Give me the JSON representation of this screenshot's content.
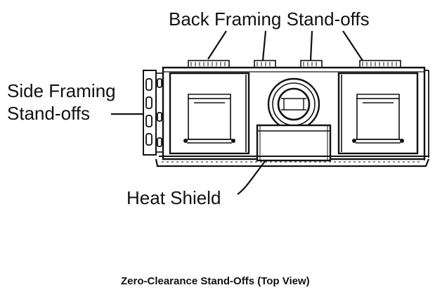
{
  "labels": {
    "back_standoffs": "Back Framing Stand-offs",
    "side_standoffs_line1": "Side Framing",
    "side_standoffs_line2": "Stand-offs",
    "heat_shield": "Heat Shield"
  },
  "caption": "Zero-Clearance Stand-Offs (Top View)",
  "colors": {
    "ink": "#111111",
    "background": "#ffffff",
    "shield_fill": "#ffffff"
  }
}
